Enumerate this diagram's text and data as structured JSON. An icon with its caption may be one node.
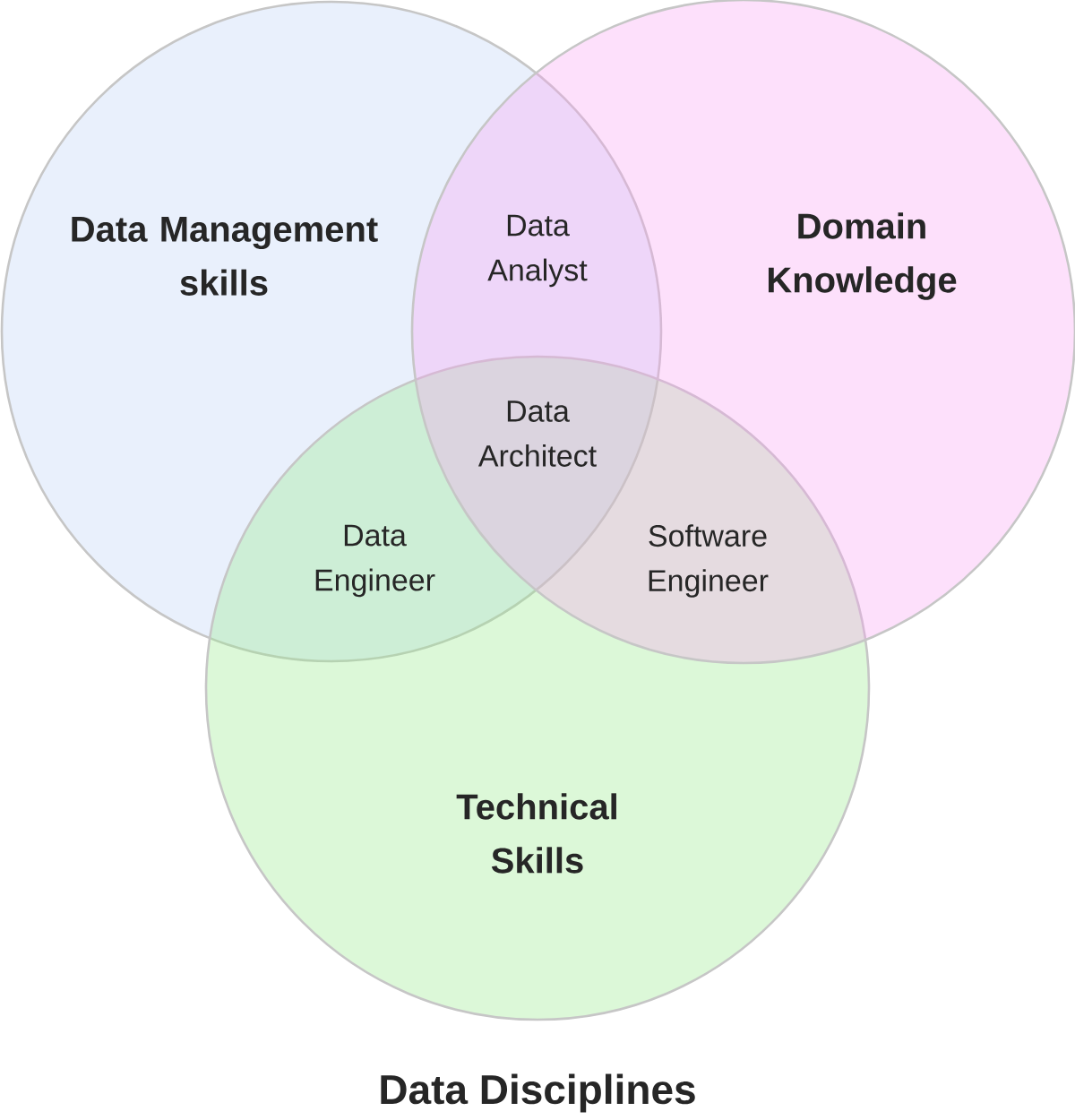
{
  "diagram": {
    "title": "Data Disciplines",
    "nodes": [
      {
        "text": [
          "Data Management skills"
        ]
      },
      {
        "text": [
          "Domain Knowledge"
        ]
      },
      {
        "text": [
          "Technical Skills"
        ]
      }
    ],
    "labels": [
      "Data Analyst",
      "Data Architect",
      "Data Engineer",
      "Software Engineer"
    ]
  }
}
